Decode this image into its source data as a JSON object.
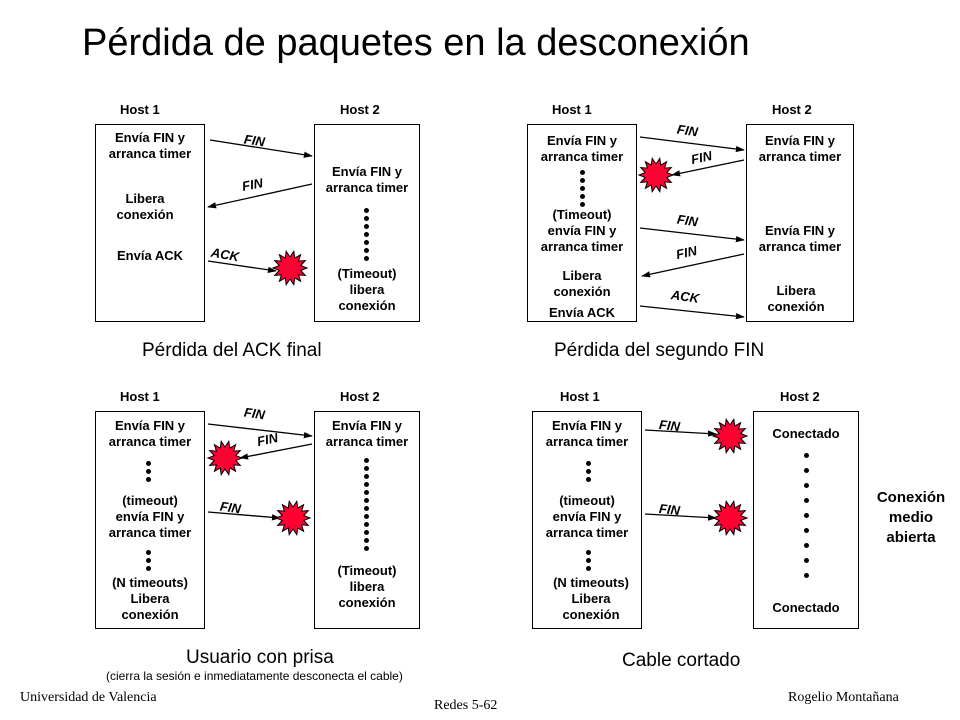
{
  "title": "Pérdida de paquetes en la desconexión",
  "host1": "Host 1",
  "host2": "Host 2",
  "panel1": {
    "h1_send": "Envía FIN y\narranca timer",
    "h1_release": "Libera\nconexión",
    "h1_ack": "Envía ACK",
    "h2_send": "Envía FIN y\narranca timer",
    "h2_timeout": "(Timeout)\nlibera\nconexión",
    "msg_fin1": "FIN",
    "msg_fin2": "FIN",
    "msg_ack": "ACK",
    "caption": "Pérdida del ACK final"
  },
  "panel2": {
    "h1_send": "Envía FIN y\narranca timer",
    "h1_timeout": "(Timeout)\nenvía FIN y\narranca timer",
    "h1_release": "Libera\nconexión",
    "h1_ack": "Envía ACK",
    "h2_send1": "Envía FIN y\narranca timer",
    "h2_send2": "Envía FIN y\narranca timer",
    "h2_release": "Libera\nconexión",
    "msg_fin1": "FIN",
    "msg_fin2": "FIN",
    "msg_fin3": "FIN",
    "msg_fin4": "FIN",
    "msg_ack": "ACK",
    "caption": "Pérdida del segundo FIN"
  },
  "panel3": {
    "h1_send": "Envía FIN y\narranca timer",
    "h1_timeout": "(timeout)\nenvía FIN y\narranca timer",
    "h1_ntimeouts": "(N timeouts)\nLibera\nconexión",
    "h2_send": "Envía FIN y\narranca timer",
    "h2_timeout": "(Timeout)\nlibera\nconexión",
    "msg_fin1": "FIN",
    "msg_fin2": "FIN",
    "msg_fin3": "FIN",
    "caption": "Usuario con prisa",
    "subcaption": "(cierra la sesión e inmediatamente desconecta el cable)"
  },
  "panel4": {
    "h1_send": "Envía FIN y\narranca timer",
    "h1_timeout": "(timeout)\nenvía FIN y\narranca timer",
    "h1_ntimeouts": "(N timeouts)\nLibera\nconexión",
    "h2_connected_top": "Conectado",
    "h2_connected_bottom": "Conectado",
    "msg_fin1": "FIN",
    "msg_fin2": "FIN",
    "side_label": "Conexión\nmedio\nabierta",
    "caption": "Cable cortado"
  },
  "footer": {
    "left": "Universidad de Valencia",
    "center": "Redes 5-62",
    "right": "Rogelio Montañana"
  },
  "colors": {
    "explosion_fill": "#ff0033",
    "line": "#000000"
  }
}
